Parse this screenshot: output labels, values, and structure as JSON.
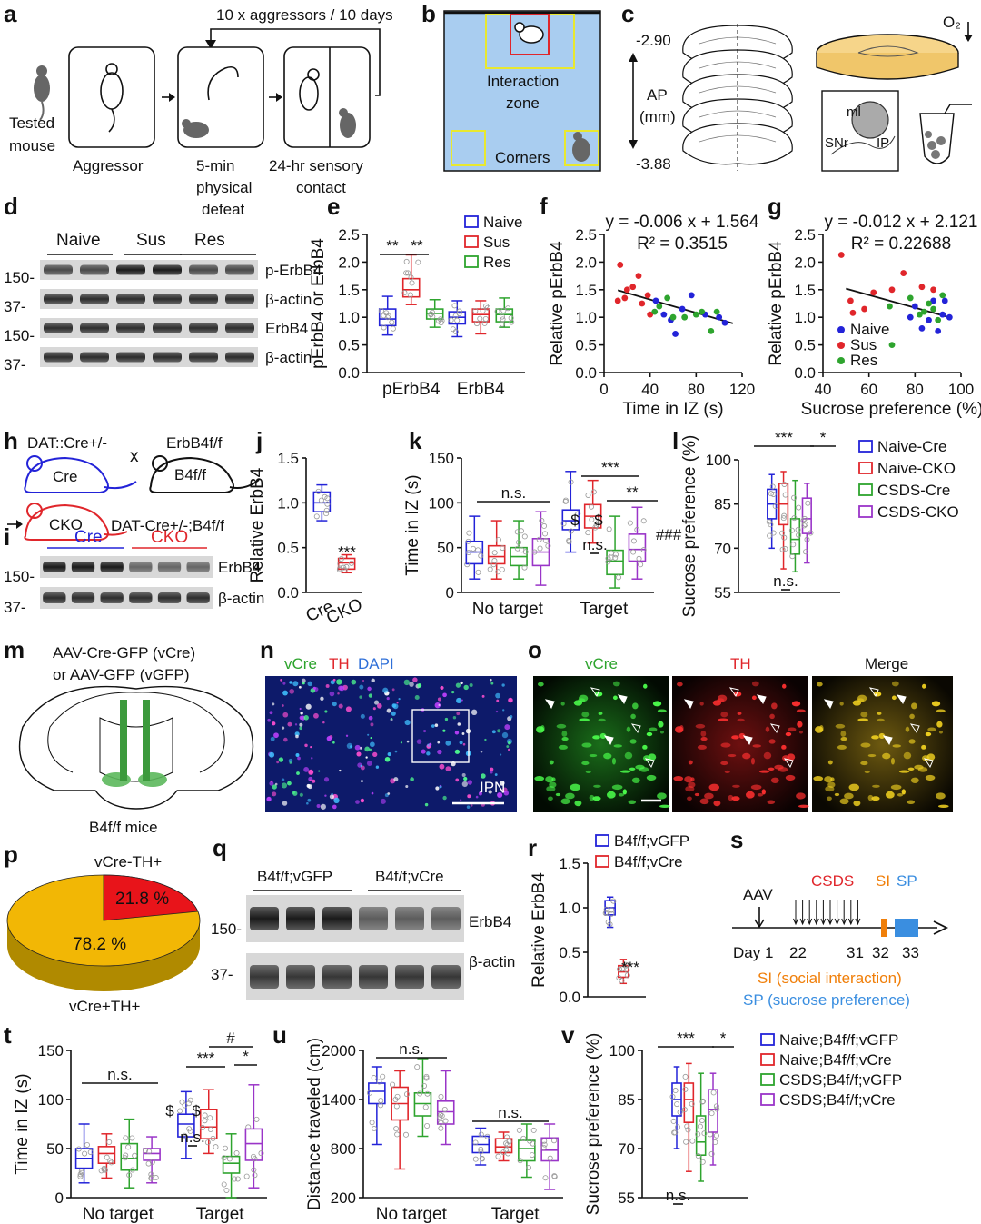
{
  "panels": {
    "a": {
      "letter": "a",
      "cycle": "10 x aggressors / 10 days",
      "tested": [
        "Tested",
        "mouse"
      ],
      "aggressor": "Aggressor",
      "defeat": [
        "5-min",
        "physical",
        "defeat"
      ],
      "contact": [
        "24-hr sensory",
        "contact"
      ]
    },
    "b": {
      "letter": "b",
      "zone": [
        "Interaction",
        "zone"
      ],
      "corners": "Corners"
    },
    "c": {
      "letter": "c",
      "ap_top": "-2.90",
      "ap_bottom": "-3.88",
      "ap": "AP",
      "mm": "(mm)",
      "o2": "O₂",
      "ml": "ml",
      "snr": "SNr",
      "ip": "IP"
    },
    "d": {
      "letter": "d",
      "groups": [
        "Naive",
        "Sus",
        "Res"
      ],
      "rows": [
        "p-ErbB4",
        "β-actin",
        "ErbB4",
        "β-actin"
      ],
      "mw": [
        "150-",
        "37-",
        "150-",
        "37-"
      ]
    },
    "h": {
      "letter": "h",
      "dat": "DAT::Cre+/-",
      "b4": "ErbB4f/f",
      "cre": "Cre",
      "b4ff": "B4f/f",
      "x": "x",
      "cko": "CKO",
      "cross": "DAT-Cre+/-;B4f/f"
    },
    "i": {
      "letter": "i",
      "groups": [
        "Cre",
        "CKO"
      ],
      "rows": [
        "ErbB4",
        "β-actin"
      ],
      "mw": [
        "150-",
        "37-"
      ]
    },
    "m": {
      "letter": "m",
      "virus": [
        "AAV-Cre-GFP (vCre)",
        "or AAV-GFP (vGFP)"
      ],
      "mice": "B4f/f mice"
    },
    "n": {
      "letter": "n",
      "stains": [
        "vCre",
        "TH",
        "DAPI"
      ],
      "region": "IPN"
    },
    "o": {
      "letter": "o",
      "channels": [
        "vCre",
        "TH",
        "Merge"
      ]
    },
    "p": {
      "letter": "p",
      "pos": "vCre+TH+",
      "neg": "vCre-TH+"
    },
    "q": {
      "letter": "q",
      "groups": [
        "B4f/f;vGFP",
        "B4f/f;vCre"
      ],
      "rows": [
        "ErbB4",
        "β-actin"
      ],
      "mw": [
        "150-",
        "37-"
      ]
    },
    "s": {
      "letter": "s",
      "aav": "AAV",
      "csds": "CSDS",
      "si": "SI",
      "sp": "SP",
      "days": [
        "Day 1",
        "22",
        "31",
        "32",
        "33"
      ],
      "si_full": "SI (social interaction)",
      "sp_full": "SP (sucrose preference)"
    },
    "e": {
      "letter": "e"
    },
    "f": {
      "letter": "f"
    },
    "g": {
      "letter": "g"
    },
    "j": {
      "letter": "j"
    },
    "k": {
      "letter": "k"
    },
    "l": {
      "letter": "l"
    },
    "r": {
      "letter": "r"
    },
    "t": {
      "letter": "t"
    },
    "u": {
      "letter": "u"
    },
    "v": {
      "letter": "v"
    }
  },
  "legends": {
    "e": [
      "Naive",
      "Sus",
      "Res"
    ],
    "l": [
      "Naive-Cre",
      "Naive-CKO",
      "CSDS-Cre",
      "CSDS-CKO"
    ],
    "r": [
      "B4f/f;vGFP",
      "B4f/f;vCre"
    ],
    "v": [
      "Naive;B4f/f;vGFP",
      "Naive;B4f/f;vCre",
      "CSDS;B4f/f;vGFP",
      "CSDS;B4f/f;vCre"
    ]
  },
  "colors": {
    "blue": "#2323d8",
    "red": "#e0262b",
    "green": "#2ea42e",
    "purple": "#9a35c8",
    "pie_yellow": "#f2b705",
    "pie_red": "#e8141a"
  },
  "chart_data": [
    {
      "panel": "e",
      "type": "box",
      "ylabel": "pErbB4 or ErbB4",
      "ylim": [
        0,
        2.5
      ],
      "yticks": [
        "0.0",
        "0.5",
        "1.0",
        "1.5",
        "2.0",
        "2.5"
      ],
      "categories": [
        "pErbB4",
        "ErbB4"
      ],
      "series": [
        "Naive",
        "Sus",
        "Res"
      ],
      "boxes": [
        [
          0.68,
          0.85,
          0.97,
          1.15,
          1.38
        ],
        [
          1.23,
          1.37,
          1.5,
          1.7,
          2.13
        ],
        [
          0.82,
          0.97,
          1.07,
          1.15,
          1.32
        ],
        [
          0.65,
          0.88,
          1.0,
          1.1,
          1.3
        ],
        [
          0.7,
          0.92,
          1.05,
          1.15,
          1.3
        ],
        [
          0.82,
          0.92,
          1.05,
          1.15,
          1.35
        ]
      ],
      "sig": [
        "**",
        "**"
      ]
    },
    {
      "panel": "f",
      "type": "scatter",
      "xlabel": "Time in IZ (s)",
      "ylabel": "Relative pErbB4",
      "xlim": [
        0,
        120
      ],
      "ylim": [
        0,
        2.5
      ],
      "xticks": [
        "0",
        "40",
        "80",
        "120"
      ],
      "yticks": [
        "0.0",
        "0.5",
        "1.0",
        "1.5",
        "2.0",
        "2.5"
      ],
      "equation": "y = -0.006 x + 1.564",
      "r2": "R² = 0.3515",
      "fit": [
        [
          12,
          1.49
        ],
        [
          112,
          0.89
        ]
      ],
      "red": [
        [
          12,
          1.3
        ],
        [
          14,
          1.95
        ],
        [
          18,
          1.35
        ],
        [
          20,
          1.5
        ],
        [
          25,
          1.55
        ],
        [
          30,
          1.75
        ],
        [
          33,
          1.25
        ],
        [
          38,
          1.4
        ],
        [
          40,
          1.05
        ]
      ],
      "blue": [
        [
          45,
          1.3
        ],
        [
          52,
          1.05
        ],
        [
          58,
          0.95
        ],
        [
          62,
          0.7
        ],
        [
          68,
          1.15
        ],
        [
          76,
          1.4
        ],
        [
          88,
          1.05
        ],
        [
          100,
          1.0
        ],
        [
          105,
          0.9
        ]
      ],
      "green": [
        [
          44,
          1.1
        ],
        [
          48,
          1.2
        ],
        [
          55,
          1.35
        ],
        [
          60,
          1.0
        ],
        [
          70,
          1.0
        ],
        [
          80,
          1.05
        ],
        [
          85,
          1.1
        ],
        [
          93,
          0.75
        ],
        [
          98,
          1.1
        ]
      ]
    },
    {
      "panel": "g",
      "type": "scatter",
      "xlabel": "Sucrose preference (%)",
      "ylabel": "Relative pErbB4",
      "xlim": [
        40,
        100
      ],
      "ylim": [
        0,
        2.5
      ],
      "xticks": [
        "40",
        "60",
        "80",
        "100"
      ],
      "yticks": [
        "0.0",
        "0.5",
        "1.0",
        "1.5",
        "2.0",
        "2.5"
      ],
      "equation": "y = -0.012 x + 2.121",
      "r2": "R² = 0.22688",
      "legend": [
        "Naive",
        "Sus",
        "Res"
      ],
      "fit": [
        [
          50,
          1.52
        ],
        [
          95,
          1.0
        ]
      ],
      "red": [
        [
          48,
          2.13
        ],
        [
          52,
          1.3
        ],
        [
          53,
          1.08
        ],
        [
          58,
          1.15
        ],
        [
          62,
          1.45
        ],
        [
          70,
          1.5
        ],
        [
          75,
          1.8
        ],
        [
          83,
          1.55
        ],
        [
          88,
          1.5
        ]
      ],
      "blue": [
        [
          78,
          1.0
        ],
        [
          80,
          1.2
        ],
        [
          83,
          0.8
        ],
        [
          86,
          0.95
        ],
        [
          88,
          1.3
        ],
        [
          90,
          0.75
        ],
        [
          92,
          1.05
        ],
        [
          93,
          1.3
        ],
        [
          95,
          1.0
        ]
      ],
      "green": [
        [
          69,
          1.2
        ],
        [
          78,
          1.35
        ],
        [
          82,
          1.05
        ],
        [
          84,
          1.1
        ],
        [
          86,
          1.25
        ],
        [
          88,
          1.15
        ],
        [
          90,
          0.95
        ],
        [
          92,
          1.4
        ],
        [
          70,
          0.5
        ]
      ]
    },
    {
      "panel": "j",
      "type": "box",
      "ylabel": "Relative ErbB4",
      "ylim": [
        0,
        1.5
      ],
      "yticks": [
        "0.0",
        "0.5",
        "1.0",
        "1.5"
      ],
      "categories": [
        "Cre",
        "CKO"
      ],
      "boxes": [
        [
          0.8,
          0.9,
          1.0,
          1.12,
          1.2
        ],
        [
          0.22,
          0.26,
          0.33,
          0.38,
          0.42
        ]
      ],
      "sig": [
        "***"
      ]
    },
    {
      "panel": "k",
      "type": "box",
      "ylabel": "Time in IZ (s)",
      "ylim": [
        0,
        150
      ],
      "yticks": [
        "0",
        "50",
        "100",
        "150"
      ],
      "categories": [
        "No target",
        "Target"
      ],
      "series": [
        "Naive-Cre",
        "Naive-CKO",
        "CSDS-Cre",
        "CSDS-CKO"
      ],
      "boxes": [
        [
          15,
          32,
          45,
          57,
          85
        ],
        [
          15,
          32,
          40,
          52,
          80
        ],
        [
          15,
          30,
          40,
          50,
          80
        ],
        [
          8,
          30,
          45,
          60,
          90
        ],
        [
          45,
          70,
          80,
          92,
          135
        ],
        [
          55,
          72,
          85,
          98,
          125
        ],
        [
          5,
          20,
          35,
          47,
          85
        ],
        [
          15,
          35,
          48,
          65,
          95
        ]
      ],
      "sig": [
        "n.s.",
        "***",
        "**",
        "$",
        "$",
        "n.s.",
        "###"
      ]
    },
    {
      "panel": "l",
      "type": "box",
      "ylabel": "Sucrose preference (%)",
      "ylim": [
        55,
        100
      ],
      "yticks": [
        "55",
        "70",
        "85",
        "100"
      ],
      "series": [
        "Naive-Cre",
        "Naive-CKO",
        "CSDS-Cre",
        "CSDS-CKO"
      ],
      "boxes": [
        [
          70,
          80,
          85,
          90,
          95
        ],
        [
          63,
          78,
          85,
          92,
          96
        ],
        [
          62,
          68,
          73,
          80,
          93
        ],
        [
          65,
          75,
          80,
          87,
          92
        ]
      ],
      "sig": [
        "***",
        "*",
        "n.s."
      ]
    },
    {
      "panel": "p",
      "type": "pie",
      "values": [
        78.2,
        21.8
      ],
      "labels": [
        "78.2 %",
        "21.8 %"
      ]
    },
    {
      "panel": "r",
      "type": "box",
      "ylabel": "Relative ErbB4",
      "ylim": [
        0,
        1.5
      ],
      "yticks": [
        "0.0",
        "0.5",
        "1.0",
        "1.5"
      ],
      "series": [
        "B4f/f;vGFP",
        "B4f/f;vCre"
      ],
      "boxes": [
        [
          0.78,
          0.92,
          1.0,
          1.08,
          1.12
        ],
        [
          0.15,
          0.22,
          0.28,
          0.35,
          0.42
        ]
      ],
      "sig": [
        "***"
      ]
    },
    {
      "panel": "t",
      "type": "box",
      "ylabel": "Time in IZ (s)",
      "ylim": [
        0,
        150
      ],
      "yticks": [
        "0",
        "50",
        "100",
        "150"
      ],
      "categories": [
        "No target",
        "Target"
      ],
      "series": [
        "Naive;B4f/f;vGFP",
        "Naive;B4f/f;vCre",
        "CSDS;B4f/f;vGFP",
        "CSDS;B4f/f;vCre"
      ],
      "boxes": [
        [
          15,
          30,
          40,
          50,
          75
        ],
        [
          20,
          35,
          45,
          52,
          65
        ],
        [
          10,
          28,
          40,
          55,
          80
        ],
        [
          15,
          38,
          45,
          50,
          62
        ],
        [
          40,
          62,
          75,
          85,
          108
        ],
        [
          45,
          60,
          72,
          90,
          110
        ],
        [
          0,
          25,
          35,
          42,
          65
        ],
        [
          10,
          38,
          55,
          70,
          115
        ]
      ],
      "sig": [
        "n.s.",
        "***",
        "#",
        "*",
        "$",
        "$",
        "n.s."
      ]
    },
    {
      "panel": "u",
      "type": "box",
      "ylabel": "Distance traveled (cm)",
      "ylim": [
        200,
        2000
      ],
      "yticks": [
        "200",
        "800",
        "1400",
        "2000"
      ],
      "categories": [
        "No target",
        "Target"
      ],
      "series": [
        "Naive;B4f/f;vGFP",
        "Naive;B4f/f;vCre",
        "CSDS;B4f/f;vGFP",
        "CSDS;B4f/f;vCre"
      ],
      "boxes": [
        [
          850,
          1350,
          1500,
          1600,
          1800
        ],
        [
          550,
          1150,
          1350,
          1550,
          1750
        ],
        [
          950,
          1200,
          1350,
          1480,
          1900
        ],
        [
          850,
          1100,
          1250,
          1380,
          1750
        ],
        [
          600,
          750,
          850,
          950,
          1050
        ],
        [
          650,
          750,
          820,
          920,
          1000
        ],
        [
          450,
          650,
          800,
          900,
          1100
        ],
        [
          300,
          650,
          780,
          930,
          1100
        ]
      ],
      "sig": [
        "n.s.",
        "n.s."
      ]
    },
    {
      "panel": "v",
      "type": "box",
      "ylabel": "Sucrose preference (%)",
      "ylim": [
        55,
        100
      ],
      "yticks": [
        "55",
        "70",
        "85",
        "100"
      ],
      "series": [
        "Naive;B4f/f;vGFP",
        "Naive;B4f/f;vCre",
        "CSDS;B4f/f;vGFP",
        "CSDS;B4f/f;vCre"
      ],
      "boxes": [
        [
          70,
          80,
          85,
          90,
          95
        ],
        [
          63,
          78,
          85,
          90,
          96
        ],
        [
          60,
          68,
          72,
          80,
          93
        ],
        [
          65,
          75,
          82,
          88,
          93
        ]
      ],
      "sig": [
        "***",
        "*",
        "n.s."
      ]
    }
  ]
}
